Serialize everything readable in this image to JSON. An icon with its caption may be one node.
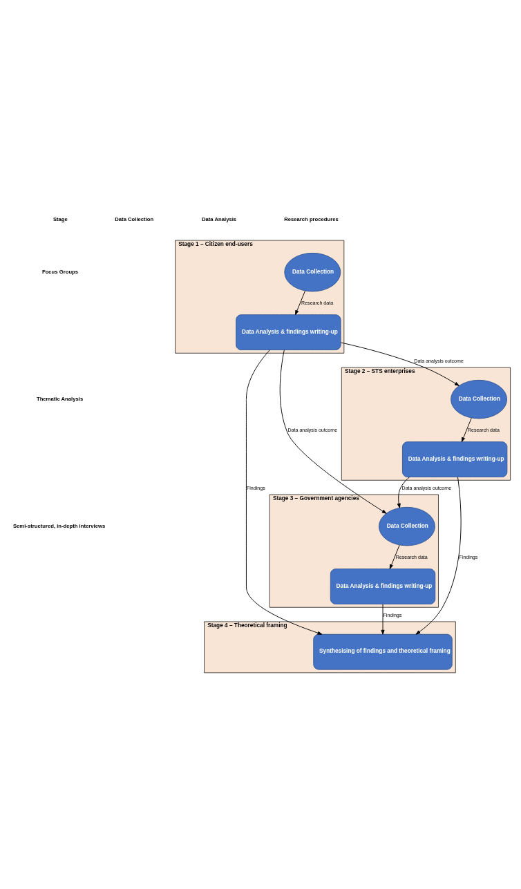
{
  "diagram": {
    "nodes": [
      {
        "text": [
          "Stage 1 – Citizen end-users"
        ]
      },
      {
        "text": [
          "Data Collection"
        ],
        "in": 0
      },
      {
        "text": [
          "Data Analysis & findings writing-up"
        ],
        "in": 0
      },
      {
        "text": [
          "Stage 2 – STS enterprises"
        ]
      },
      {
        "text": [
          "Data Collection"
        ],
        "in": 3
      },
      {
        "text": [
          "Data Analysis & findings writing-up"
        ],
        "in": 3
      },
      {
        "text": [
          "Stage 3 – Government agencies"
        ]
      },
      {
        "text": [
          "Data Collection"
        ],
        "in": 6
      },
      {
        "text": [
          "Data Analysis & findings writing-up"
        ],
        "in": 6
      },
      {
        "text": [
          "Stage 4 – Theoretical framing"
        ]
      },
      {
        "text": [
          "Synthesising of findings and theoretical framing"
        ],
        "in": 9
      }
    ],
    "edges": [
      {
        "from": 1,
        "to": 2,
        "arrow": "to",
        "label": "Research data"
      },
      {
        "from": 2,
        "to": 4,
        "arrow": "to",
        "label": "Data analysis outcome"
      },
      {
        "from": 2,
        "to": 7,
        "arrow": "to",
        "label": "Data analysis outcome"
      },
      {
        "from": 2,
        "to": 10,
        "arrow": "to",
        "label": "Findings"
      },
      {
        "from": 4,
        "to": 5,
        "arrow": "to",
        "label": "Research data"
      },
      {
        "from": 5,
        "to": 7,
        "arrow": "to",
        "label": "Data analysis outcome"
      },
      {
        "from": 5,
        "to": 10,
        "arrow": "to",
        "label": "Findings"
      },
      {
        "from": 7,
        "to": 8,
        "arrow": "to",
        "label": "Research data"
      },
      {
        "from": 8,
        "to": 10,
        "arrow": "to",
        "label": "Findings"
      }
    ],
    "labels": [
      "Stage",
      "Data Collection",
      "Data Analysis",
      "Research procedures",
      "Focus Groups",
      "Thematic Analysis",
      "Semi-structured, in-depth interviews"
    ]
  }
}
